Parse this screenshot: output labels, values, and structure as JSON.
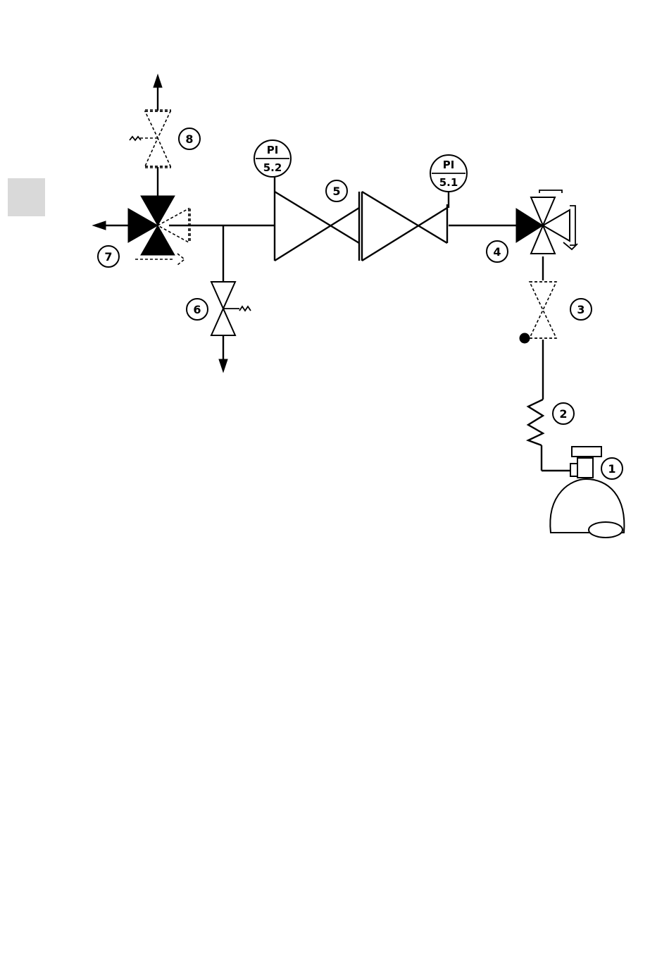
{
  "colors": {
    "line": "#000000",
    "background": "#ffffff",
    "marker": "#d9d9d9"
  },
  "gauges": [
    {
      "tag": "PI",
      "number": "5.2"
    },
    {
      "tag": "PI",
      "number": "5.1"
    }
  ],
  "labels": [
    "1",
    "2",
    "3",
    "4",
    "5",
    "6",
    "7",
    "8"
  ],
  "components": {
    "cylinder": "gas-cylinder-icon",
    "hose": "flexible-hose-icon",
    "shutoff_valve": "shutoff-valve-icon",
    "inlet_valve": "three-way-valve-icon",
    "regulator": "pressure-regulator-icon",
    "relief_valve": "relief-valve-icon",
    "outlet_valve": "three-way-valve-icon",
    "purge_valve": "purge-valve-icon"
  }
}
